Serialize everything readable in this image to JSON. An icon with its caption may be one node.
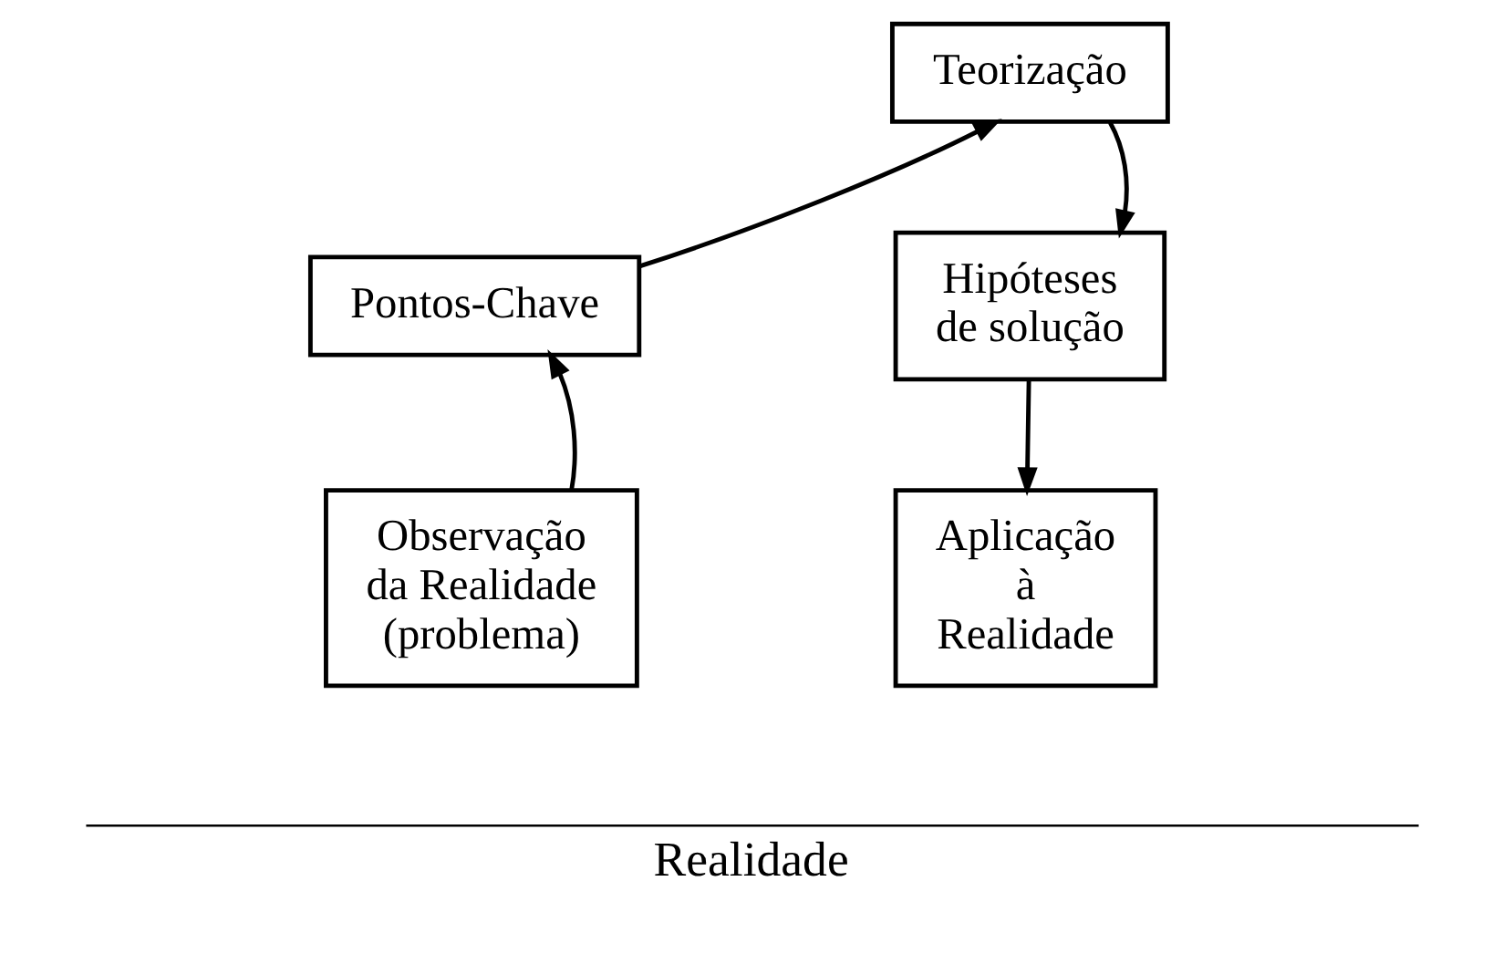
{
  "diagram": {
    "nodes": [
      {
        "text": [
          "Teorização"
        ]
      },
      {
        "text": [
          "Pontos-Chave"
        ]
      },
      {
        "text": [
          "Hipóteses de solução"
        ]
      },
      {
        "text": [
          "Observação da Realidade (problema)"
        ]
      },
      {
        "text": [
          "Aplicação à Realidade"
        ]
      }
    ],
    "edges": [
      {
        "from": 3,
        "to": 1,
        "arrow": "to"
      },
      {
        "from": 1,
        "to": 0,
        "arrow": "to"
      },
      {
        "from": 0,
        "to": 2,
        "arrow": "to"
      },
      {
        "from": 2,
        "to": 4,
        "arrow": "to"
      }
    ],
    "labels": [
      "Realidade"
    ]
  }
}
